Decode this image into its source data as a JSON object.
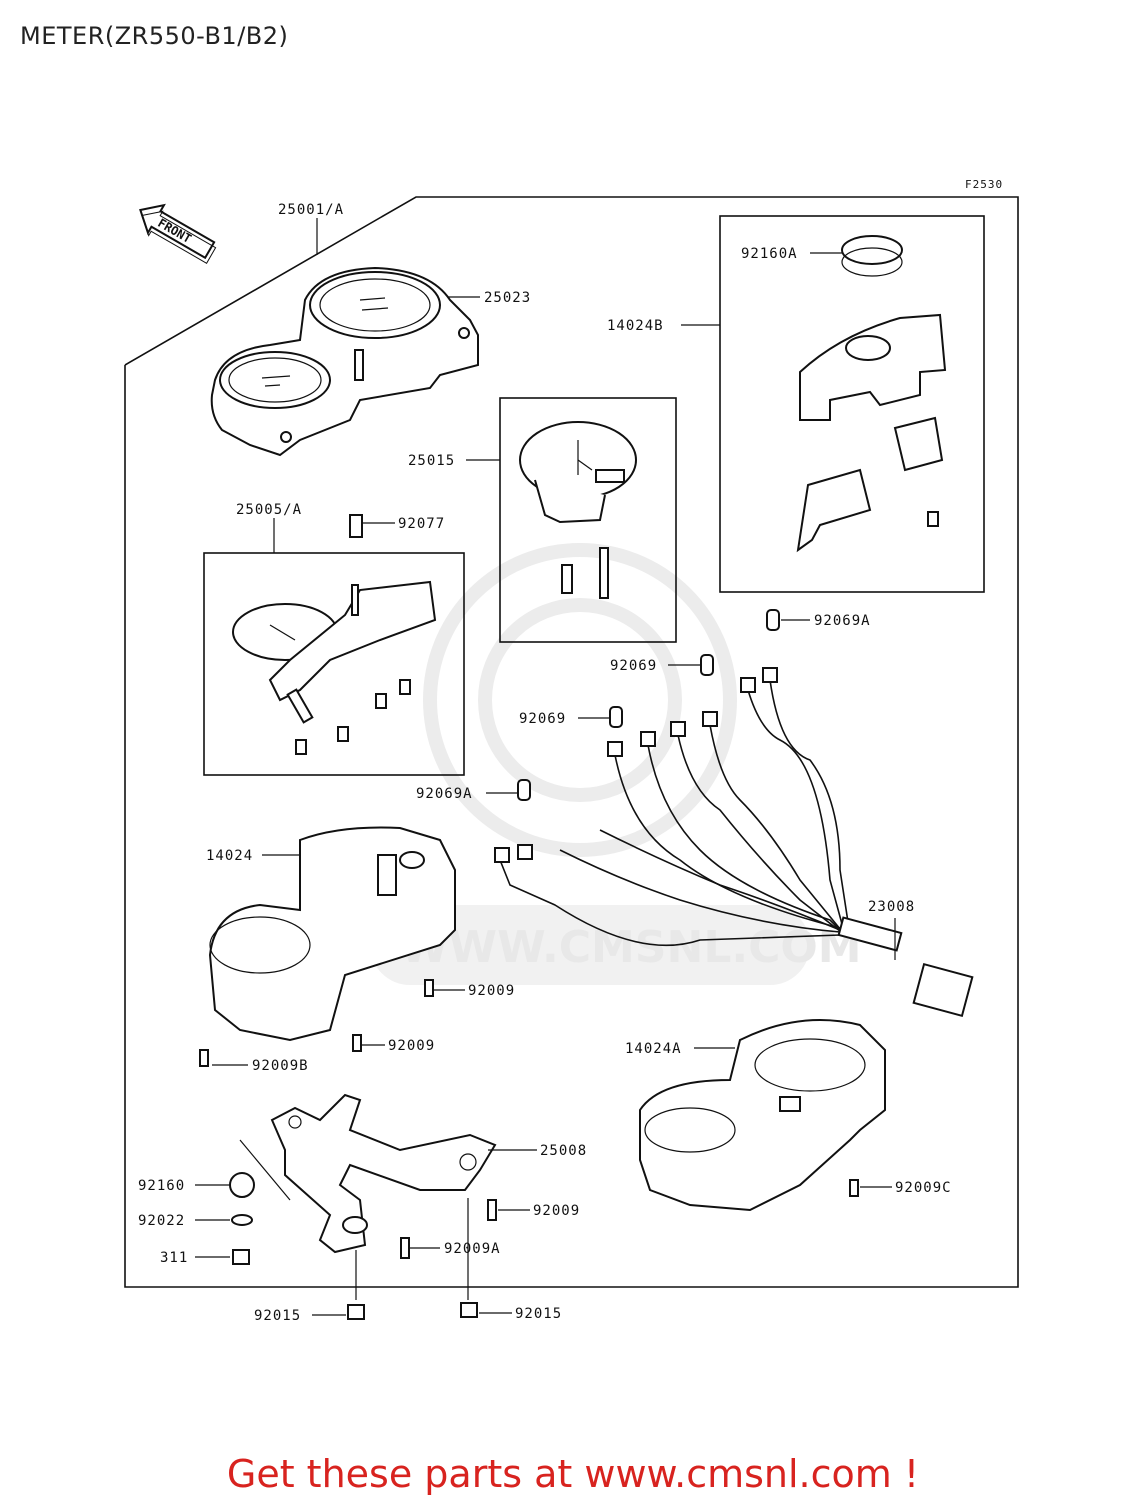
{
  "title": "METER(ZR550-B1/B2)",
  "figure_code": "F2530",
  "front_label": "FRONT",
  "watermark_text": "WWW.CMSNL.COM",
  "footer": "Get these parts at www.cmsnl.com !",
  "colors": {
    "footer": "#d8231f",
    "line": "#111111"
  },
  "parts": {
    "p25001A": "25001/A",
    "p25023": "25023",
    "p25015": "25015",
    "p14024B": "14024B",
    "p92160A": "92160A",
    "p25005A": "25005/A",
    "p92077": "92077",
    "p92069A_top": "92069A",
    "p92069_1": "92069",
    "p92069_2": "92069",
    "p92069A_2": "92069A",
    "p14024": "14024",
    "p23008": "23008",
    "p92009_1": "92009",
    "p92009_2": "92009",
    "p92009B": "92009B",
    "p14024A": "14024A",
    "p25008": "25008",
    "p92009_3": "92009",
    "p92009C": "92009C",
    "p92160": "92160",
    "p92022": "92022",
    "p311": "311",
    "p92009A": "92009A",
    "p92015_1": "92015",
    "p92015_2": "92015"
  }
}
